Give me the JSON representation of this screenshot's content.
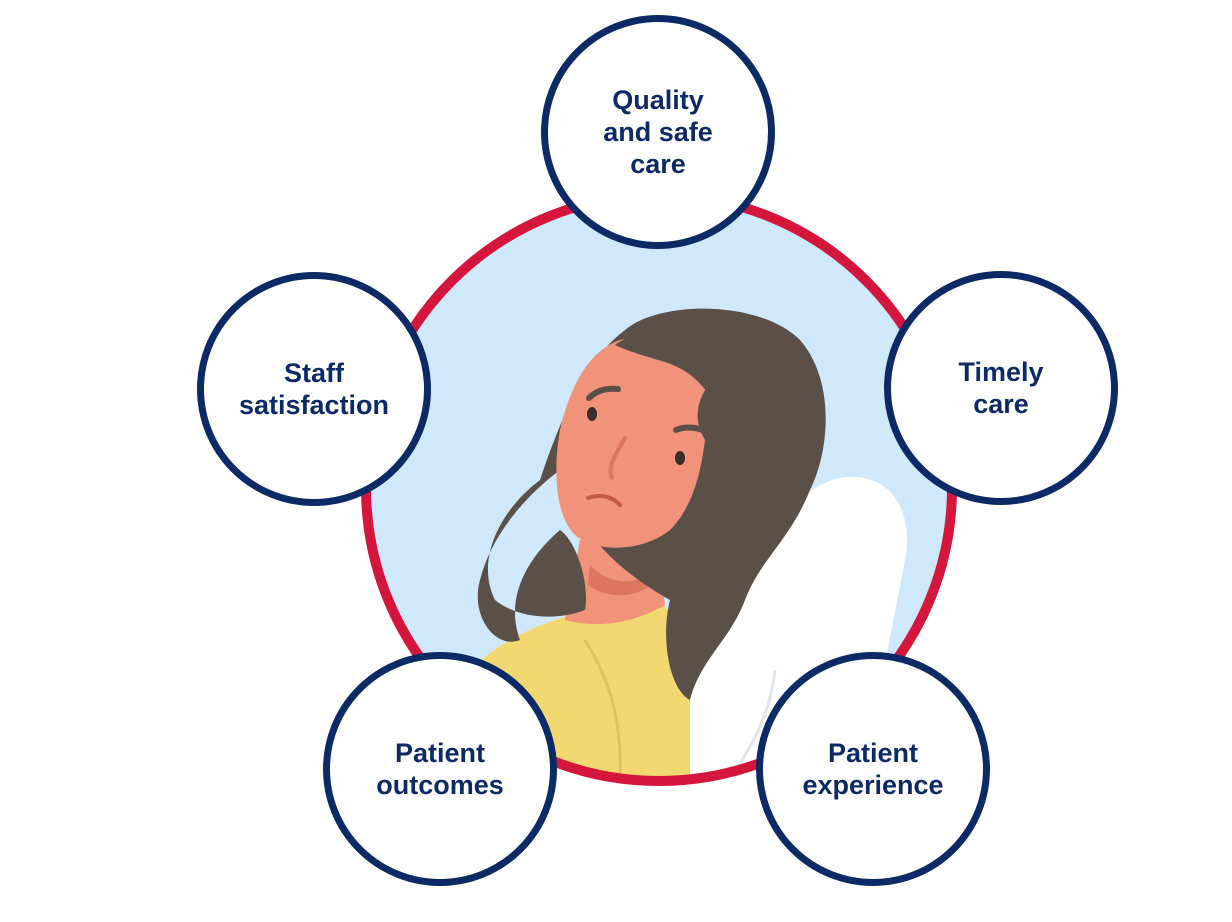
{
  "diagram": {
    "colors": {
      "ring": "#d4163c",
      "ring_fill": "#cfe8fb",
      "node_border": "#0b2a66",
      "node_text": "#0b2a66",
      "hair": "#5b5048",
      "skin": "#f0937a",
      "skin_shadow": "#dc7660",
      "shirt": "#f2d870",
      "pillow": "#ffffff"
    },
    "nodes": {
      "quality": "Quality\nand safe\ncare",
      "timely": "Timely\ncare",
      "staff": "Staff\nsatisfaction",
      "outcomes": "Patient\noutcomes",
      "experience": "Patient\nexperience"
    }
  }
}
